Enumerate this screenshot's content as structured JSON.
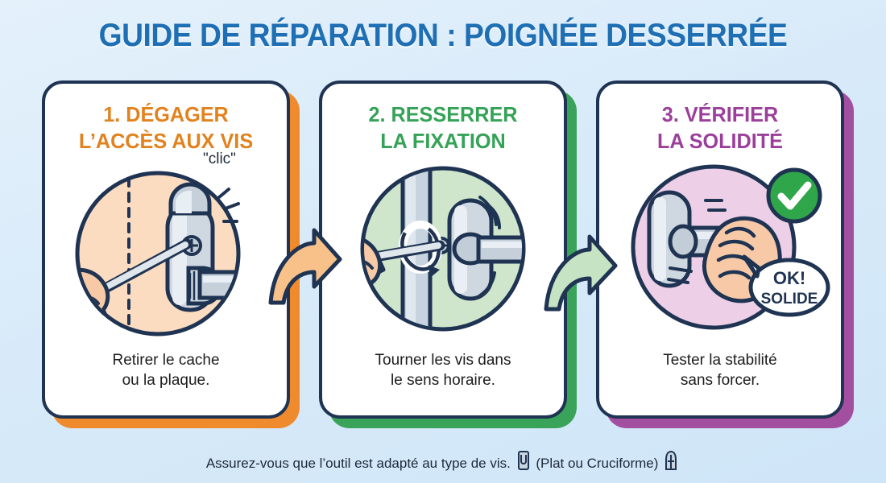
{
  "page": {
    "title": "GUIDE DE RÉPARATION : POIGNÉE DESSERRÉE",
    "background_color": "#ddeefb",
    "outline_color": "#1f3352",
    "title_color": "#1f6fb5"
  },
  "steps": [
    {
      "number": "1.",
      "heading_line1": "1. DÉGAGER",
      "heading_line2": "L’ACCÈS AUX VIS",
      "caption_line1": "Retirer le cache",
      "caption_line2": "ou la plaque.",
      "accent_color": "#e2821f",
      "shadow_color": "#ef8b2c",
      "circle_color": "#fbdcc0",
      "annotation": "\"clic\"",
      "tool_handle_color": "#f0a24a"
    },
    {
      "number": "2.",
      "heading_line1": "2. RESSERRER",
      "heading_line2": "LA FIXATION",
      "caption_line1": "Tourner les vis dans",
      "caption_line2": "le sens horaire.",
      "accent_color": "#34a257",
      "shadow_color": "#3aa35a",
      "circle_color": "#cfe6cd",
      "annotation": "",
      "tool_handle_color": "#39a35e"
    },
    {
      "number": "3.",
      "heading_line1": "3. VÉRIFIER",
      "heading_line2": "LA SOLIDITÉ",
      "caption_line1": "Tester la stabilité",
      "caption_line2": "sans forcer.",
      "accent_color": "#9b3f9b",
      "shadow_color": "#a24fa0",
      "circle_color": "#edcfe8",
      "badge": "check-mark",
      "badge_color": "#30a64a",
      "speech_line1": "OK!",
      "speech_line2": "SOLIDE"
    }
  ],
  "arrows": [
    {
      "name": "arrow-step1-to-step2",
      "color": "#f8c18a"
    },
    {
      "name": "arrow-step2-to-step3",
      "color": "#c6e3c4"
    }
  ],
  "footer": {
    "text_before": "Assurez-vous que l’outil est adapté au type de vis.",
    "text_middle": "(Plat ou Cruciforme)",
    "flat_bit_icon": "flat-screwdriver-bit-icon",
    "cross_bit_icon": "cross-screwdriver-bit-icon"
  }
}
